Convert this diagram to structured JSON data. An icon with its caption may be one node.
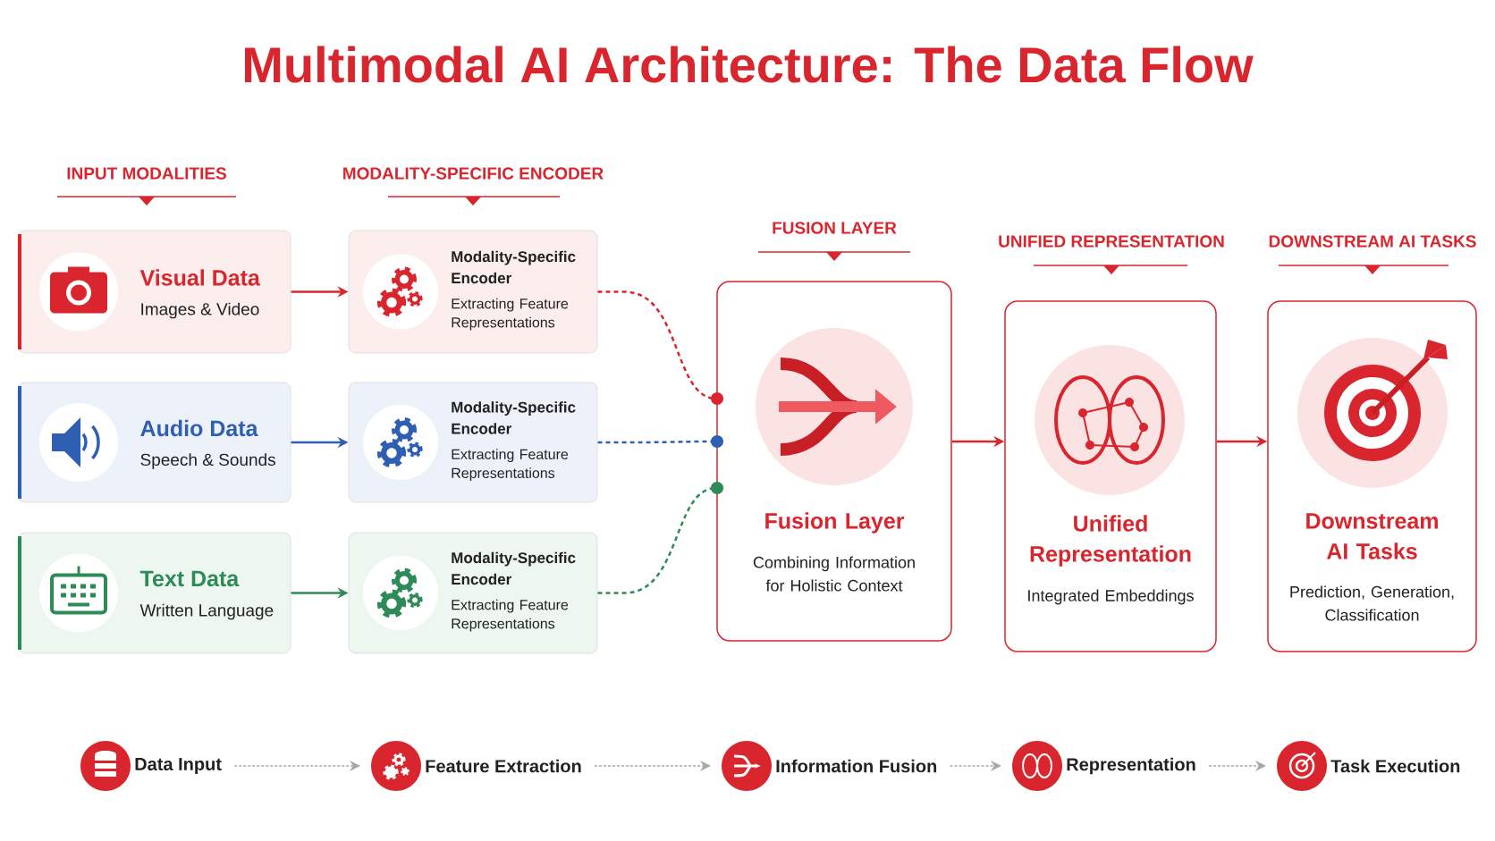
{
  "diagram": {
    "title": "Multimodal AI Architecture: The Data Flow",
    "nodes": [
      {
        "text": [
          "Visual Data",
          "Images & Video"
        ]
      },
      {
        "text": [
          "Audio Data",
          "Speech & Sounds"
        ]
      },
      {
        "text": [
          "Text Data",
          "Written Language"
        ]
      },
      {
        "text": [
          "Modality-Specific Encoder",
          "Extracting Feature Representations"
        ]
      },
      {
        "text": [
          "Modality-Specific Encoder",
          "Extracting Feature Representations"
        ]
      },
      {
        "text": [
          "Modality-Specific Encoder",
          "Extracting Feature Representations"
        ]
      },
      {
        "text": [
          "Fusion Layer",
          "Combining Information for Holistic Context"
        ]
      },
      {
        "text": [
          "Unified Representation",
          "Integrated Embeddings"
        ]
      },
      {
        "text": [
          "Downstream AI Tasks",
          "Prediction, Generation, Classification"
        ]
      },
      {
        "text": [
          "Data Input"
        ]
      },
      {
        "text": [
          "Feature Extraction"
        ]
      },
      {
        "text": [
          "Information Fusion"
        ]
      },
      {
        "text": [
          "Representation"
        ]
      },
      {
        "text": [
          "Task Execution"
        ]
      }
    ],
    "edges": [
      {
        "from": 0,
        "to": 3,
        "arrow": "to",
        "color": "#d9262e"
      },
      {
        "from": 1,
        "to": 4,
        "arrow": "to",
        "color": "#2f5fb3"
      },
      {
        "from": 2,
        "to": 5,
        "arrow": "to",
        "color": "#2e8b57"
      },
      {
        "from": 3,
        "to": 6,
        "arrow": "other",
        "style": "dashed",
        "color": "#d9262e"
      },
      {
        "from": 4,
        "to": 6,
        "arrow": "other",
        "style": "dashed",
        "color": "#2f5fb3"
      },
      {
        "from": 5,
        "to": 6,
        "arrow": "other",
        "style": "dashed",
        "color": "#2e8b57"
      },
      {
        "from": 6,
        "to": 7,
        "arrow": "to",
        "color": "#d9262e"
      },
      {
        "from": 7,
        "to": 8,
        "arrow": "to",
        "color": "#d9262e"
      },
      {
        "from": 9,
        "to": 10,
        "arrow": "to",
        "style": "dashed",
        "color": "#a8a8a8"
      },
      {
        "from": 10,
        "to": 11,
        "arrow": "to",
        "style": "dashed",
        "color": "#a8a8a8"
      },
      {
        "from": 11,
        "to": 12,
        "arrow": "to",
        "style": "dashed",
        "color": "#a8a8a8"
      },
      {
        "from": 12,
        "to": 13,
        "arrow": "to",
        "style": "dashed",
        "color": "#a8a8a8"
      }
    ],
    "labels": [
      "INPUT MODALITIES",
      "MODALITY-SPECIFIC ENCODER",
      "FUSION LAYER",
      "UNIFIED REPRESENTATION",
      "DOWNSTREAM AI TASKS"
    ]
  }
}
